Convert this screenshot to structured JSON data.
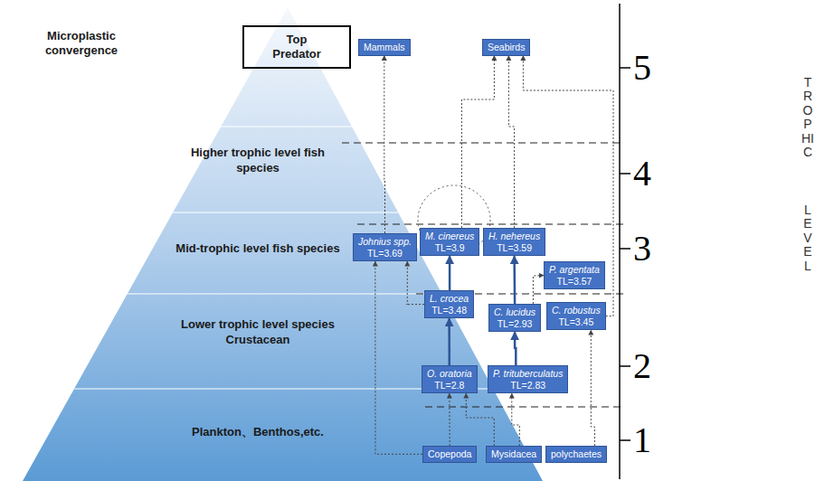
{
  "diagram": {
    "nodes": [
      {
        "text": [
          "Top Predator"
        ]
      },
      {
        "text": [
          "Higher trophic level fish species"
        ]
      },
      {
        "text": [
          "Mid-trophic level fish species"
        ]
      },
      {
        "text": [
          "Lower trophic level species Crustacean"
        ]
      },
      {
        "text": [
          "Plankton、Benthos,etc."
        ]
      },
      {
        "text": [
          "Mammals"
        ]
      },
      {
        "text": [
          "Seabirds"
        ]
      },
      {
        "text": [
          "Johnius spp.",
          "TL=3.69"
        ]
      },
      {
        "text": [
          "M. cinereus",
          "TL=3.9"
        ]
      },
      {
        "text": [
          "H. nehereus",
          "TL=3.59"
        ]
      },
      {
        "text": [
          "P. argentata",
          "TL=3.57"
        ]
      },
      {
        "text": [
          "L. crocea",
          "TL=3.48"
        ]
      },
      {
        "text": [
          "C. lucidus",
          "TL=2.93"
        ]
      },
      {
        "text": [
          "C. robustus",
          "TL=3.45"
        ]
      },
      {
        "text": [
          "O. oratoria",
          "TL=2.8"
        ]
      },
      {
        "text": [
          "P. trituberculatus",
          "TL=2.83"
        ]
      },
      {
        "text": [
          "Copepoda"
        ]
      },
      {
        "text": [
          "Mysidacea"
        ]
      },
      {
        "text": [
          "polychaetes"
        ]
      }
    ],
    "edges": [
      {
        "from": 14,
        "to": 11,
        "arrow": "to"
      },
      {
        "from": 11,
        "to": 8,
        "arrow": "to"
      },
      {
        "from": 15,
        "to": 12,
        "arrow": "to"
      },
      {
        "from": 12,
        "to": 9,
        "arrow": "to"
      },
      {
        "from": 16,
        "to": 14,
        "arrow": "to"
      },
      {
        "from": 17,
        "to": 15,
        "arrow": "to"
      },
      {
        "from": 18,
        "to": 13,
        "arrow": "to"
      },
      {
        "from": 17,
        "to": 14,
        "arrow": "to"
      },
      {
        "from": 16,
        "to": 7,
        "arrow": "to"
      },
      {
        "from": 11,
        "to": 7,
        "arrow": "to"
      },
      {
        "from": 7,
        "to": 5,
        "arrow": "to"
      },
      {
        "from": 8,
        "to": 6,
        "arrow": "to"
      },
      {
        "from": 9,
        "to": 6,
        "arrow": "to"
      },
      {
        "from": 13,
        "to": 6,
        "arrow": "to"
      },
      {
        "from": 12,
        "to": 10,
        "arrow": "to"
      }
    ],
    "labels": [
      "Microplastic convergence",
      "5",
      "4",
      "3",
      "2",
      "1",
      "TROPHIC",
      "LEVEL"
    ]
  }
}
